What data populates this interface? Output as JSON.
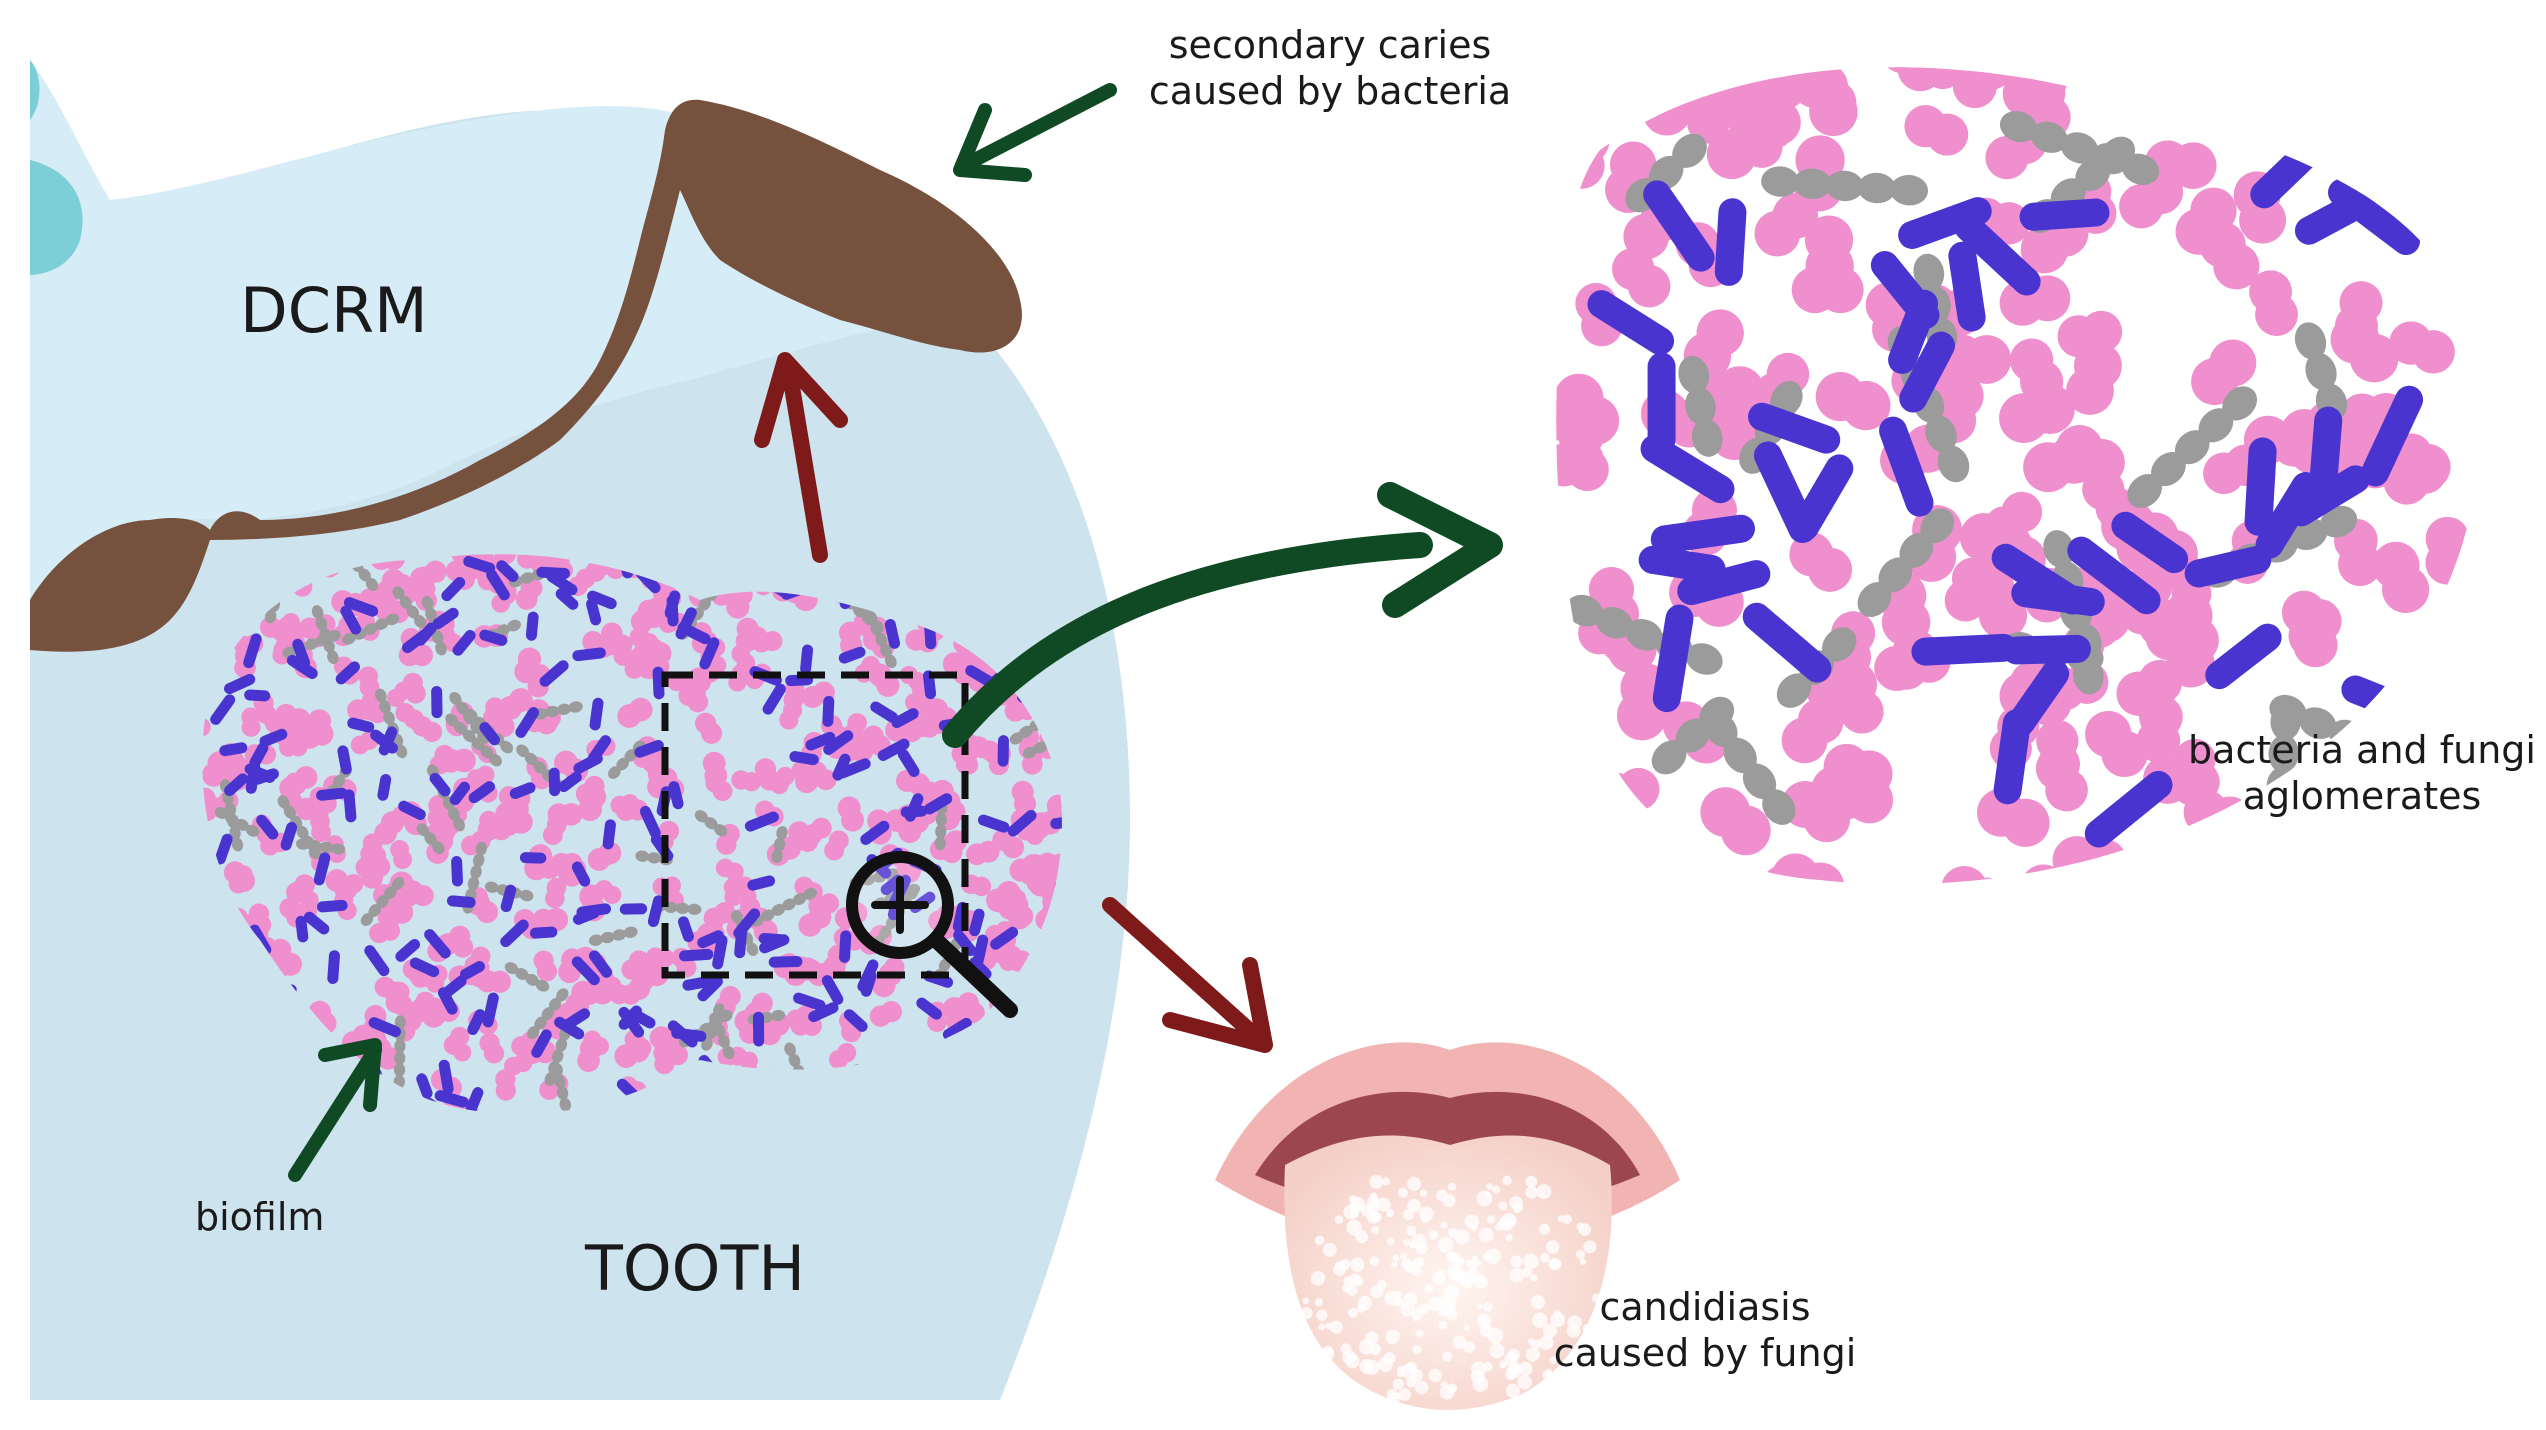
{
  "labels": {
    "dcrm": "DCRM",
    "tooth": "TOOTH",
    "biofilm": "biofilm",
    "secondary_caries_line1": "secondary caries",
    "secondary_caries_line2": "caused by bacteria",
    "aglomerates_line1": "bacteria and fungi",
    "aglomerates_line2": "aglomerates",
    "candidiasis_line1": "candidiasis",
    "candidiasis_line2": "caused by fungi"
  },
  "icons": {
    "zoom": "magnifier-plus-icon",
    "arrow_to_zoom": "curved-arrow-icon",
    "mouth": "tongue-mouth-icon"
  },
  "colors": {
    "tooth": "#cde3ee",
    "dcrm": "#d6ecf7",
    "gum": "#7ccfd6",
    "caries": "#76513d",
    "bacteria_pink": "#f08fcd",
    "bacteria_blue": "#4a34d0",
    "bacteria_grey": "#9b9b9b",
    "arrow_green": "#0f4a24",
    "arrow_red": "#7e1a1a",
    "lips": "#f2b3b3",
    "mouth_inner": "#9c4650",
    "tongue": "#f8dcd6"
  }
}
